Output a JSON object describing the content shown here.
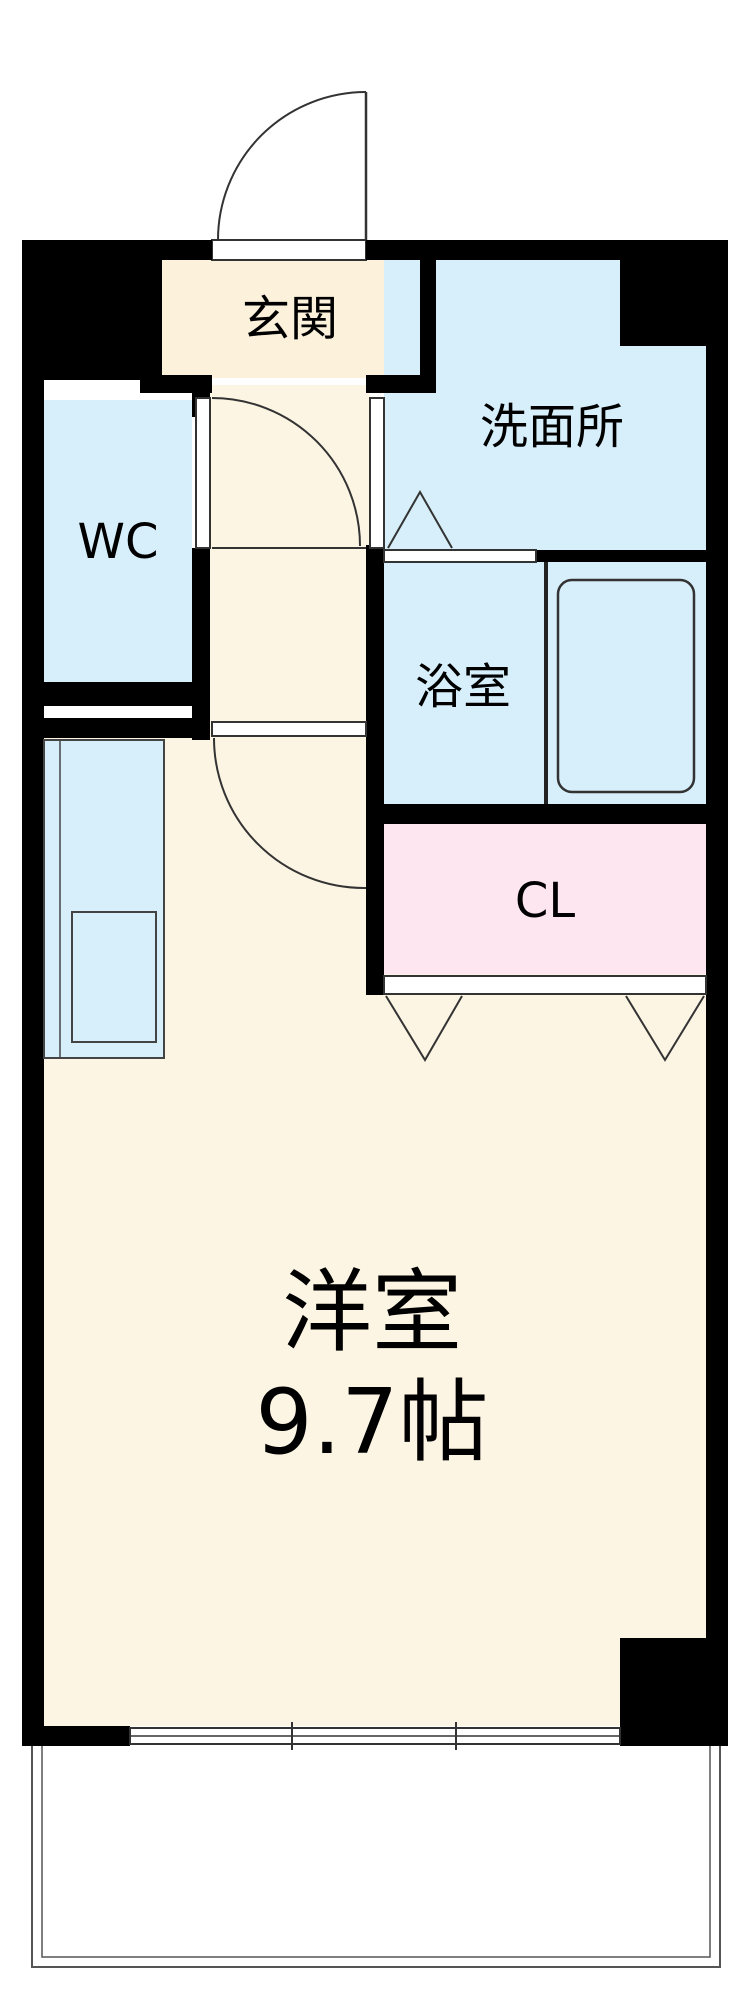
{
  "rooms": {
    "entrance": {
      "label": "玄関"
    },
    "washroom": {
      "label": "洗面所"
    },
    "wc": {
      "label": "WC"
    },
    "bath": {
      "label": "浴室"
    },
    "closet": {
      "label": "CL"
    },
    "western": {
      "label": "洋室",
      "size": "9.7帖"
    }
  },
  "colors": {
    "wall": "#000000",
    "floor_main": "#fdf5e4",
    "entrance_floor": "#fcf2dc",
    "wet_area": "#d6effa",
    "closet": "#fde6ef",
    "line": "#333333"
  }
}
